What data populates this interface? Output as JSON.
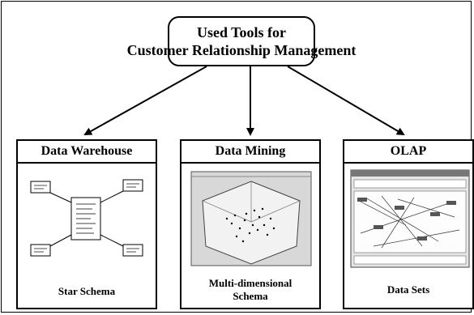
{
  "top_node": {
    "line1": "Used Tools for",
    "line2": "Customer Relationship Management"
  },
  "panels": [
    {
      "title": "Data Warehouse",
      "caption": "Star Schema",
      "caption_line2": ""
    },
    {
      "title": "Data Mining",
      "caption": "Multi-dimensional",
      "caption_line2": "Schema"
    },
    {
      "title": "OLAP",
      "caption": "Data Sets",
      "caption_line2": ""
    }
  ]
}
